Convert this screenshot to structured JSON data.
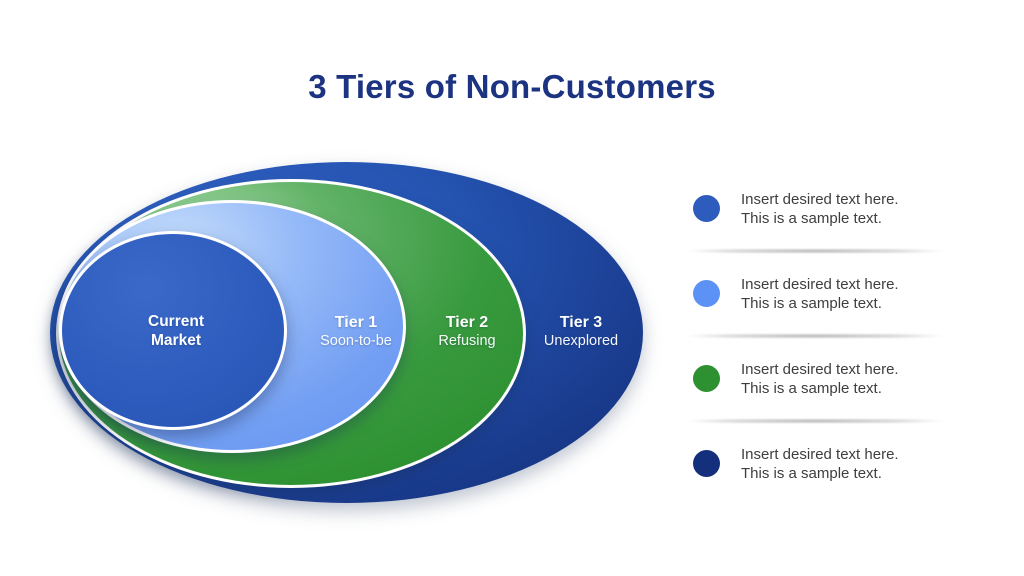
{
  "slide": {
    "title": "3 Tiers of Non-Customers",
    "title_color": "#1b3381"
  },
  "diagram": {
    "tiers": [
      {
        "id": "current-market",
        "label": "Current Market",
        "color": "#2d5bbd"
      },
      {
        "id": "tier-1",
        "title": "Tier 1",
        "subtitle": "Soon-to-be",
        "color": "#6f9ff3"
      },
      {
        "id": "tier-2",
        "title": "Tier 2",
        "subtitle": "Refusing",
        "color": "#2e9132"
      },
      {
        "id": "tier-3",
        "title": "Tier 3",
        "subtitle": "Unexplored",
        "color": "#16317f"
      }
    ]
  },
  "legend": {
    "items": [
      {
        "color": "#2d5cbd",
        "line1": "Insert desired text here.",
        "line2": "This is a sample text."
      },
      {
        "color": "#5c92f5",
        "line1": "Insert desired text here.",
        "line2": "This is a sample text."
      },
      {
        "color": "#2d9132",
        "line1": "Insert desired text here.",
        "line2": "This is a sample text."
      },
      {
        "color": "#14307c",
        "line1": "Insert desired text here.",
        "line2": "This is a sample text."
      }
    ]
  }
}
